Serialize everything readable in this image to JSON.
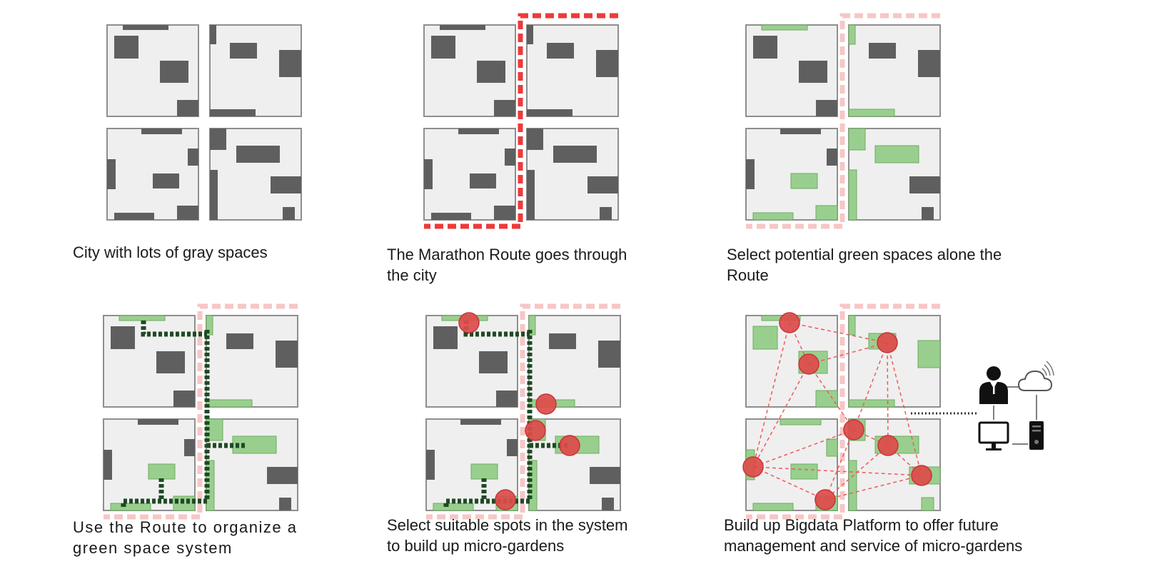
{
  "diagram_data": {
    "panels": [
      {
        "id": "p1",
        "caption": "City with lots of gray spaces"
      },
      {
        "id": "p2",
        "caption": "The Marathon Route goes through\nthe city"
      },
      {
        "id": "p3",
        "caption": "Select potential green spaces alone the\nRoute"
      },
      {
        "id": "p4",
        "caption": "Use the Route to organize a\ngreen space system"
      },
      {
        "id": "p5",
        "caption": "Select  suitable spots in the system\nto build up micro-gardens"
      },
      {
        "id": "p6",
        "caption": "Build up Bigdata Platform to offer future\nmanagement and service of micro-gardens"
      }
    ],
    "legend_icons": [
      "user-icon",
      "cloud-icon",
      "monitor-icon",
      "server-icon"
    ],
    "colors": {
      "block_fill": "#efefef",
      "building_gray": "#5f5f5f",
      "green_space": "#99cf8e",
      "route_red": "#ee3a3a",
      "route_pink": "#f7c6c6",
      "path_dark_green": "#1f4a25",
      "node_red": "#dd4b4b"
    }
  }
}
